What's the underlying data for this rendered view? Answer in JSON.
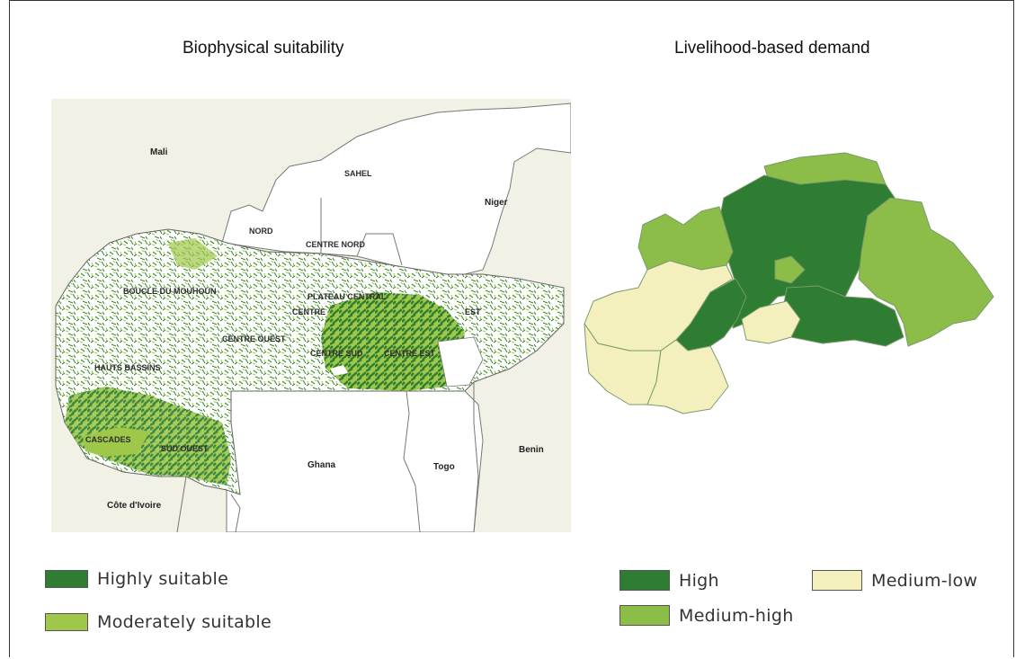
{
  "panels": {
    "left": {
      "title": "Biophysical suitability",
      "countries": [
        "Mali",
        "Niger",
        "Ghana",
        "Togo",
        "Benin",
        "Côte d'Ivoire"
      ],
      "regions": [
        "SAHEL",
        "NORD",
        "CENTRE NORD",
        "BOUCLE DU MOUHOUN",
        "PLATEAU CENTRAL",
        "CENTRE",
        "EST",
        "CENTRE OUEST",
        "CENTRE SUD",
        "CENTRE EST",
        "HAUTS BASSINS",
        "CASCADES",
        "SUD OUEST"
      ],
      "legend": [
        {
          "label": "Highly suitable",
          "color": "#2e7d32"
        },
        {
          "label": "Moderately suitable",
          "color": "#9fc84a"
        }
      ]
    },
    "right": {
      "title": "Livelihood-based demand",
      "legend": [
        {
          "label": "High",
          "color": "#2e7d32"
        },
        {
          "label": "Medium-low",
          "color": "#f3f0bd"
        },
        {
          "label": "Medium-high",
          "color": "#8cbd48"
        }
      ]
    }
  },
  "colors": {
    "high": "#2e7d32",
    "medium_high": "#8cbd48",
    "medium_low": "#f3f0bd",
    "map_background": "#f1f1e6",
    "border": "#666666"
  }
}
